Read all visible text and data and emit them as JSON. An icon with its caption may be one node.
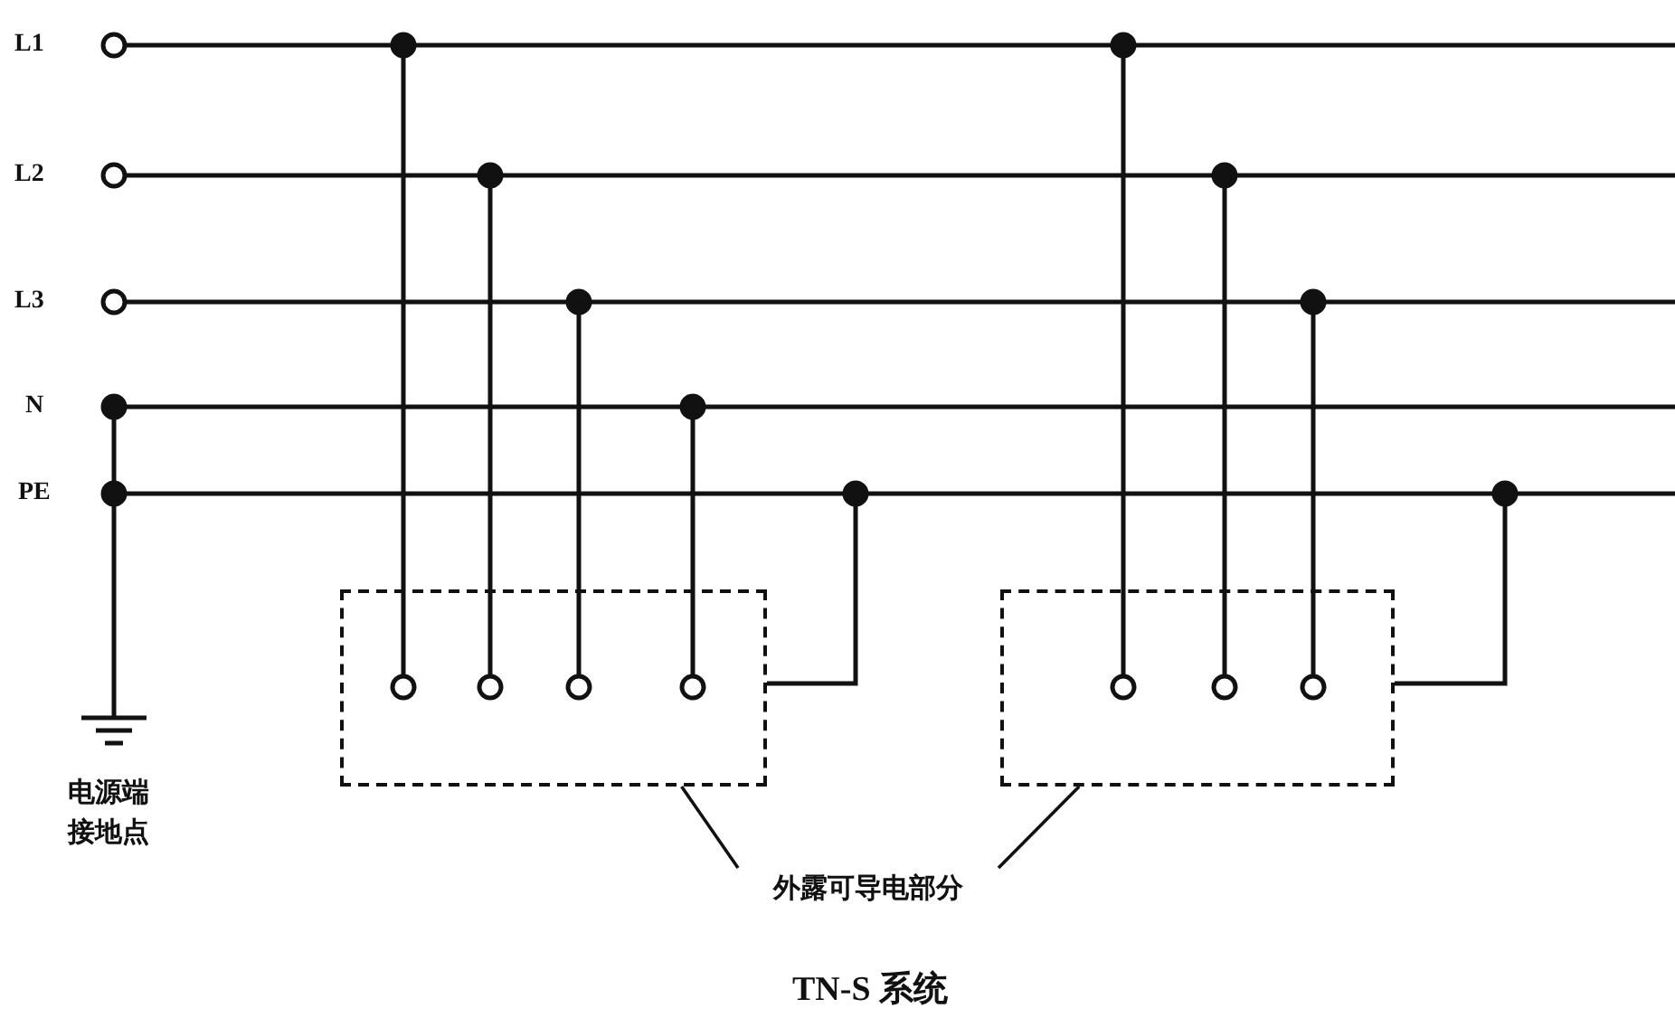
{
  "diagram": {
    "caption": "TN-S 系统",
    "nodes": [
      {
        "text": [
          "外露可导电部分"
        ]
      },
      {
        "text": [],
        "shape": "box"
      },
      {
        "text": [],
        "shape": "box"
      }
    ],
    "edges": [
      {
        "from": 0,
        "to": 1,
        "arrow": "none"
      },
      {
        "from": 0,
        "to": 2,
        "arrow": "none"
      }
    ],
    "labels": [
      "L1",
      "L2",
      "L3",
      "N",
      "PE",
      "电源端接地点"
    ]
  }
}
